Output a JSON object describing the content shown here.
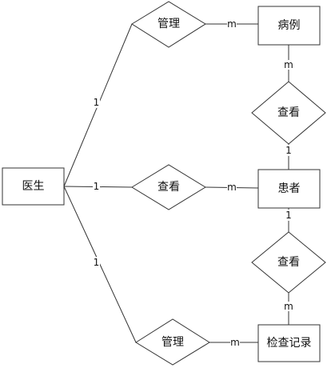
{
  "entities": {
    "doctor": "医生",
    "case": "病例",
    "patient": "患者",
    "record": "检查记录"
  },
  "relationships": {
    "manage_case": "管理",
    "view_patient": "查看",
    "manage_record": "管理",
    "view_case": "查看",
    "view_record": "查看"
  },
  "cardinalities": {
    "doctor_manage_case": "1",
    "manage_case_case": "m",
    "doctor_view_patient": "1",
    "view_patient_patient": "m",
    "doctor_manage_record": "1",
    "manage_record_record": "m",
    "case_view_case": "m",
    "view_case_patient": "1",
    "patient_view_record": "1",
    "view_record_record": "m"
  }
}
